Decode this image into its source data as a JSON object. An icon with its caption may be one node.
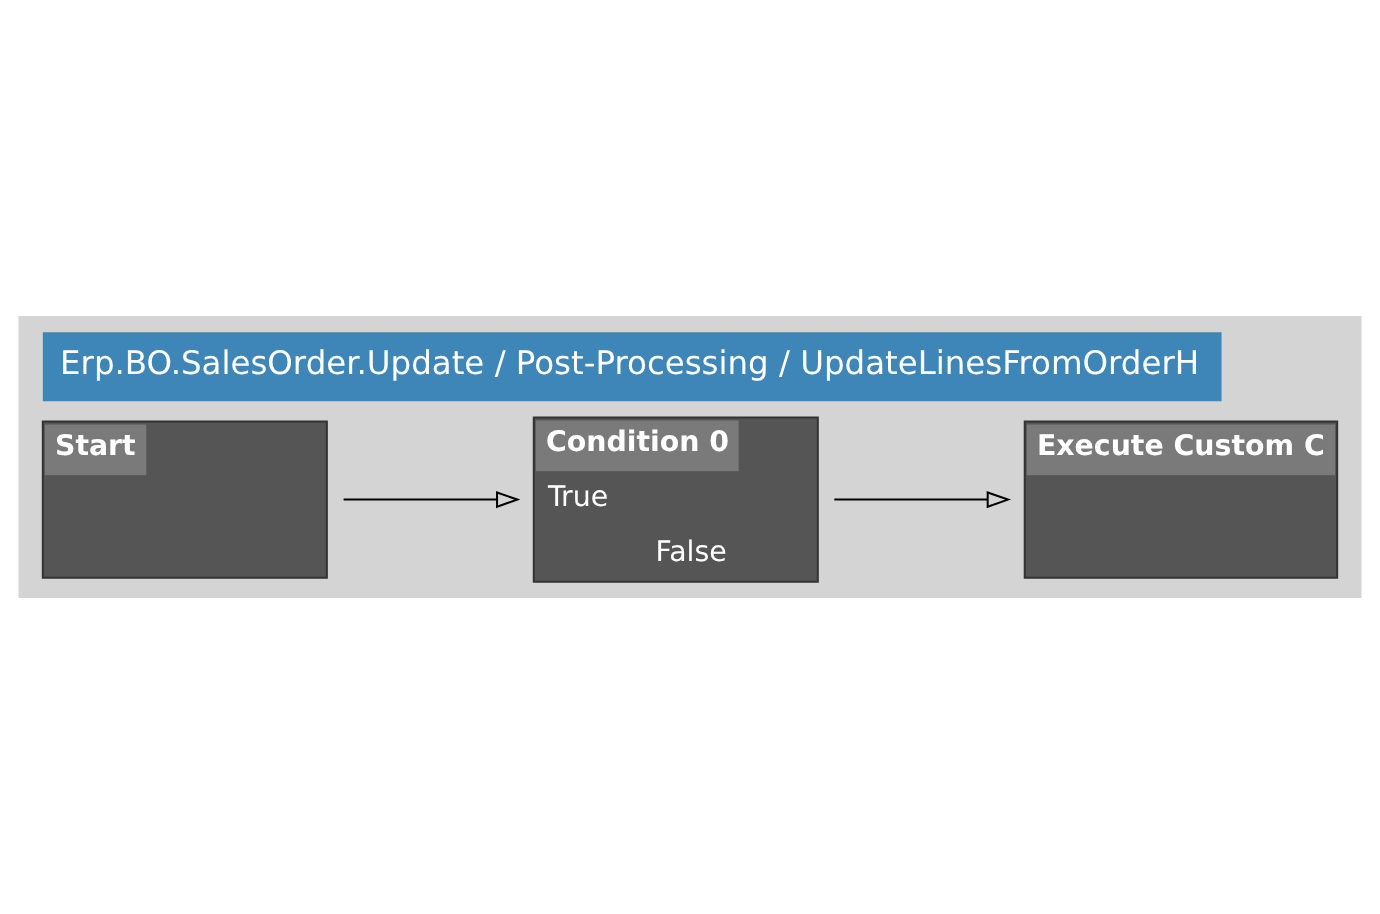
{
  "diagram": {
    "title": "Erp.BO.SalesOrder.Update / Post-Processing / UpdateLinesFromOrderH",
    "nodes": [
      {
        "text": [
          "Start"
        ]
      },
      {
        "text": [
          "Condition 0",
          "True",
          "False"
        ]
      },
      {
        "text": [
          "Execute Custom C"
        ]
      }
    ],
    "edges": [
      {
        "from": 0,
        "to": 1,
        "arrow": "to"
      },
      {
        "from": 1,
        "to": 2,
        "arrow": "to"
      }
    ]
  }
}
